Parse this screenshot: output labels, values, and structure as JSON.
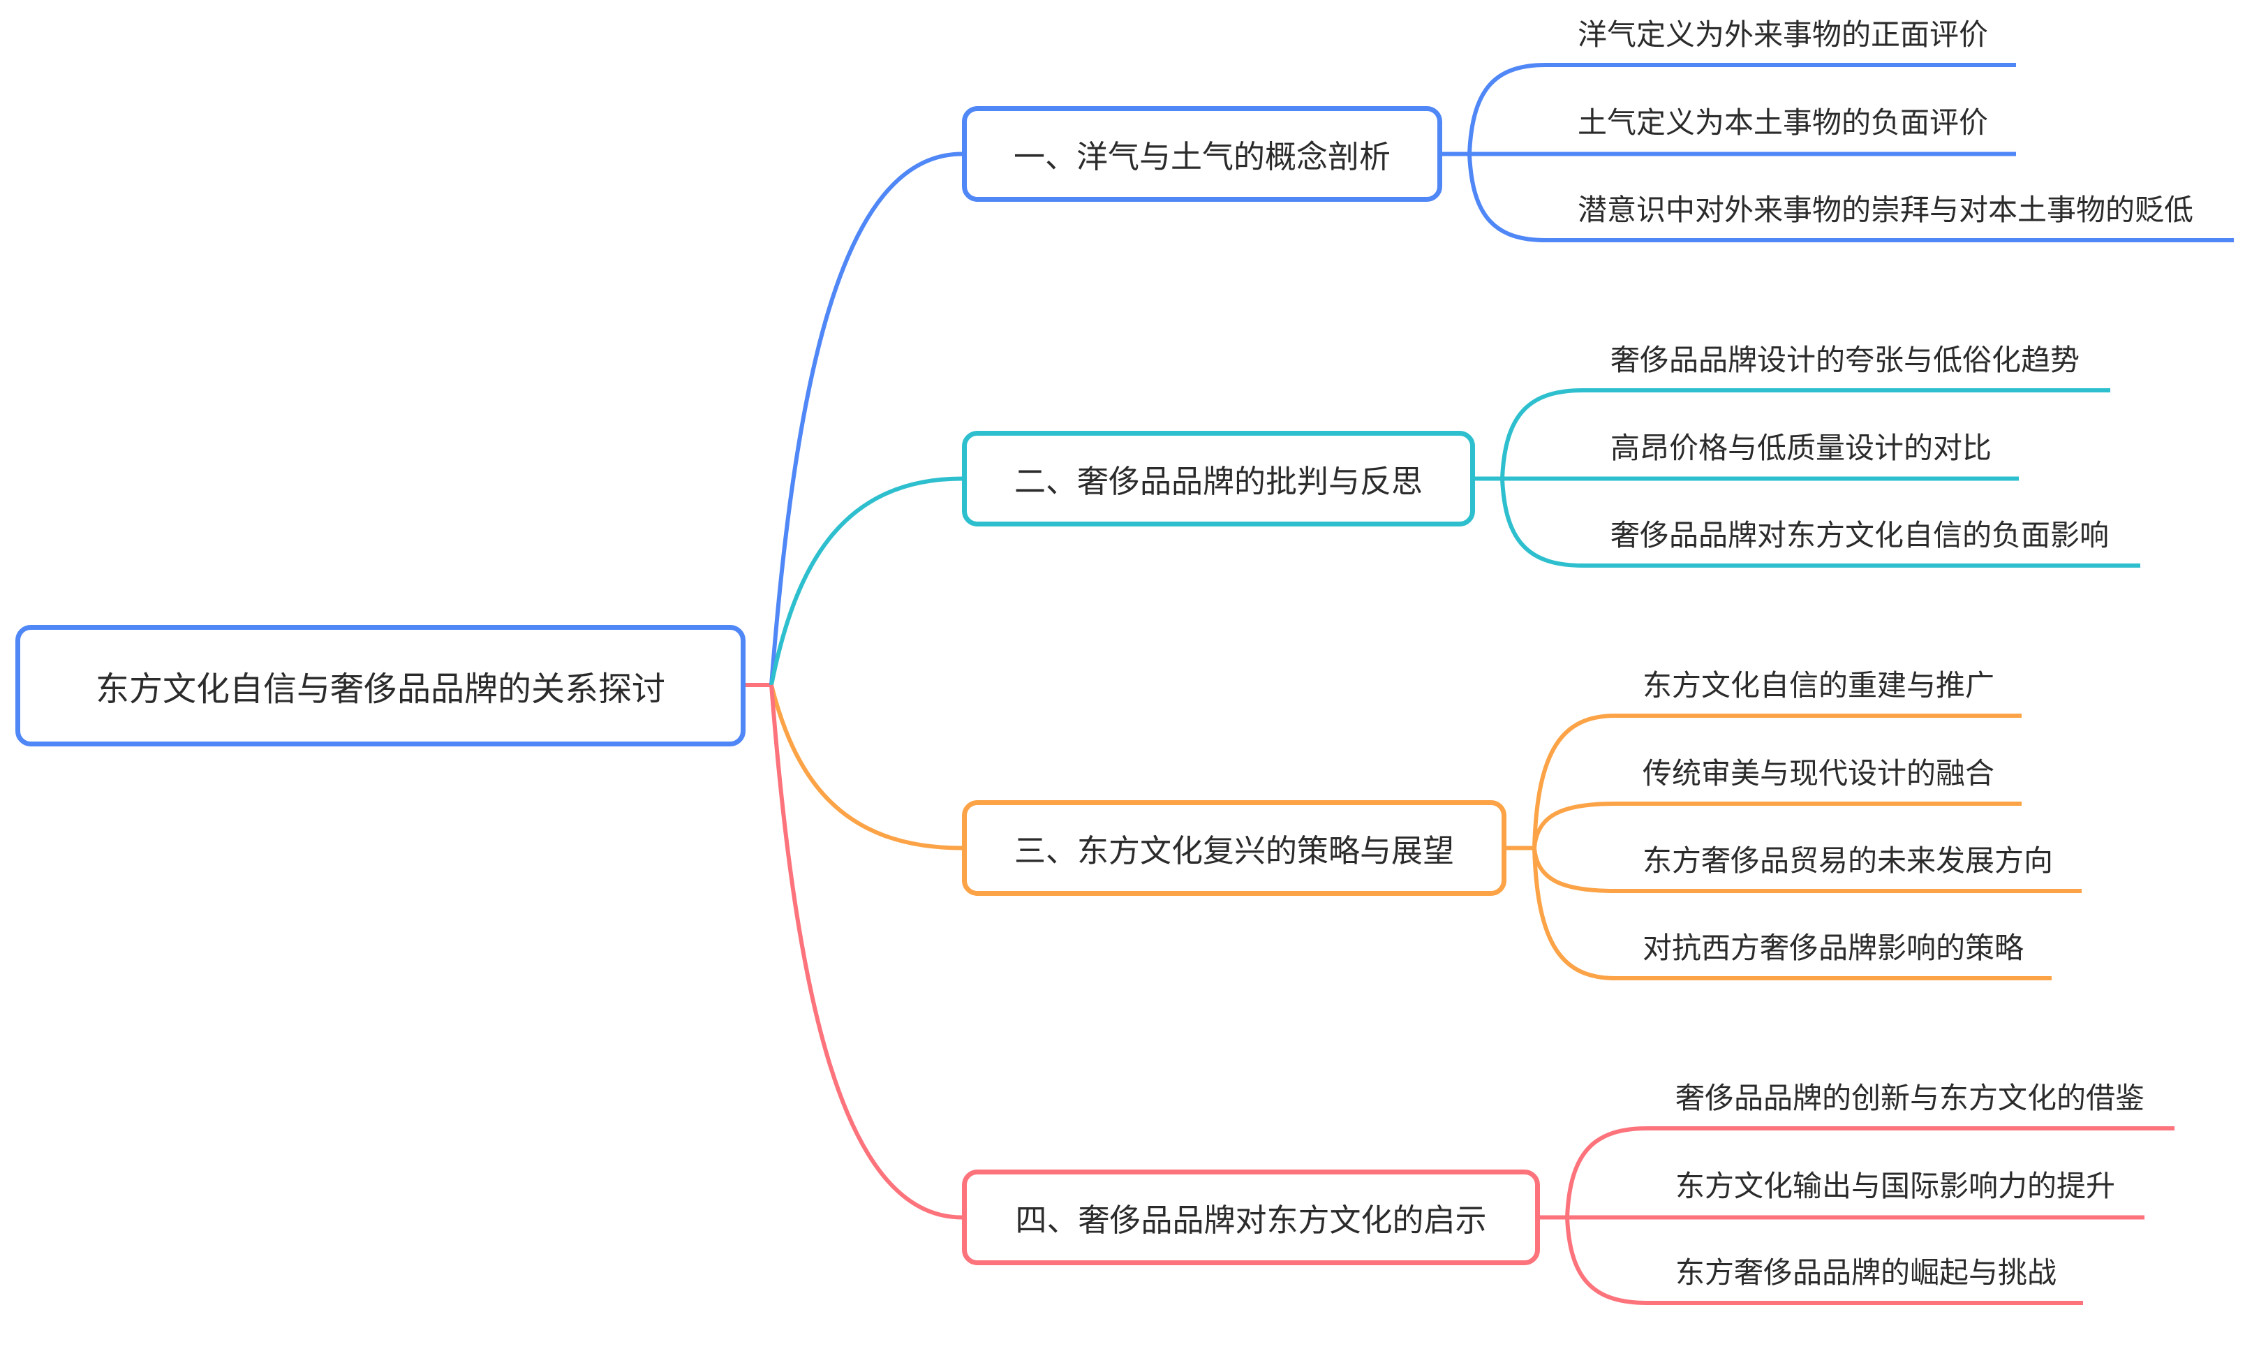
{
  "root": {
    "label": "东方文化自信与奢侈品品牌的关系探讨",
    "border_color": "#5087f7",
    "link_color": "#fc737c"
  },
  "branches": [
    {
      "label": "一、洋气与土气的概念剖析",
      "color": "#5087f7",
      "children": [
        "洋气定义为外来事物的正面评价",
        "土气定义为本土事物的负面评价",
        "潜意识中对外来事物的崇拜与对本土事物的贬低"
      ]
    },
    {
      "label": "二、奢侈品品牌的批判与反思",
      "color": "#2ebfce",
      "children": [
        "奢侈品品牌设计的夸张与低俗化趋势",
        "高昂价格与低质量设计的对比",
        "奢侈品品牌对东方文化自信的负面影响"
      ]
    },
    {
      "label": "三、东方文化复兴的策略与展望",
      "color": "#fba346",
      "children": [
        "东方文化自信的重建与推广",
        "传统审美与现代设计的融合",
        "东方奢侈品贸易的未来发展方向",
        "对抗西方奢侈品牌影响的策略"
      ]
    },
    {
      "label": "四、奢侈品品牌对东方文化的启示",
      "color": "#fc737c",
      "children": [
        "奢侈品品牌的创新与东方文化的借鉴",
        "东方文化输出与国际影响力的提升",
        "东方奢侈品品牌的崛起与挑战"
      ]
    }
  ]
}
